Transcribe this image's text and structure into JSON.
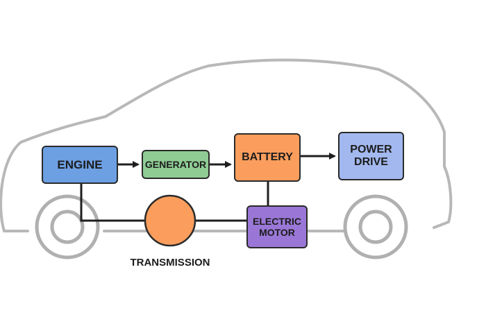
{
  "colors": {
    "engine": "#6d9fe3",
    "generator": "#8fcc94",
    "battery": "#fb9e5d",
    "power_drive": "#a3b8ef",
    "electric_motor": "#9a77d6",
    "transmission": "#fb9e5d",
    "car_outline": "#b8b8b8",
    "connector": "#1f1f1f"
  },
  "nodes": {
    "engine": "ENGINE",
    "generator": "GENERATOR",
    "battery": "BATTERY",
    "power_drive": "POWER\nDRIVE",
    "electric_motor": "ELECTRIC\nMOTOR",
    "transmission": "TRANSMISSION"
  }
}
